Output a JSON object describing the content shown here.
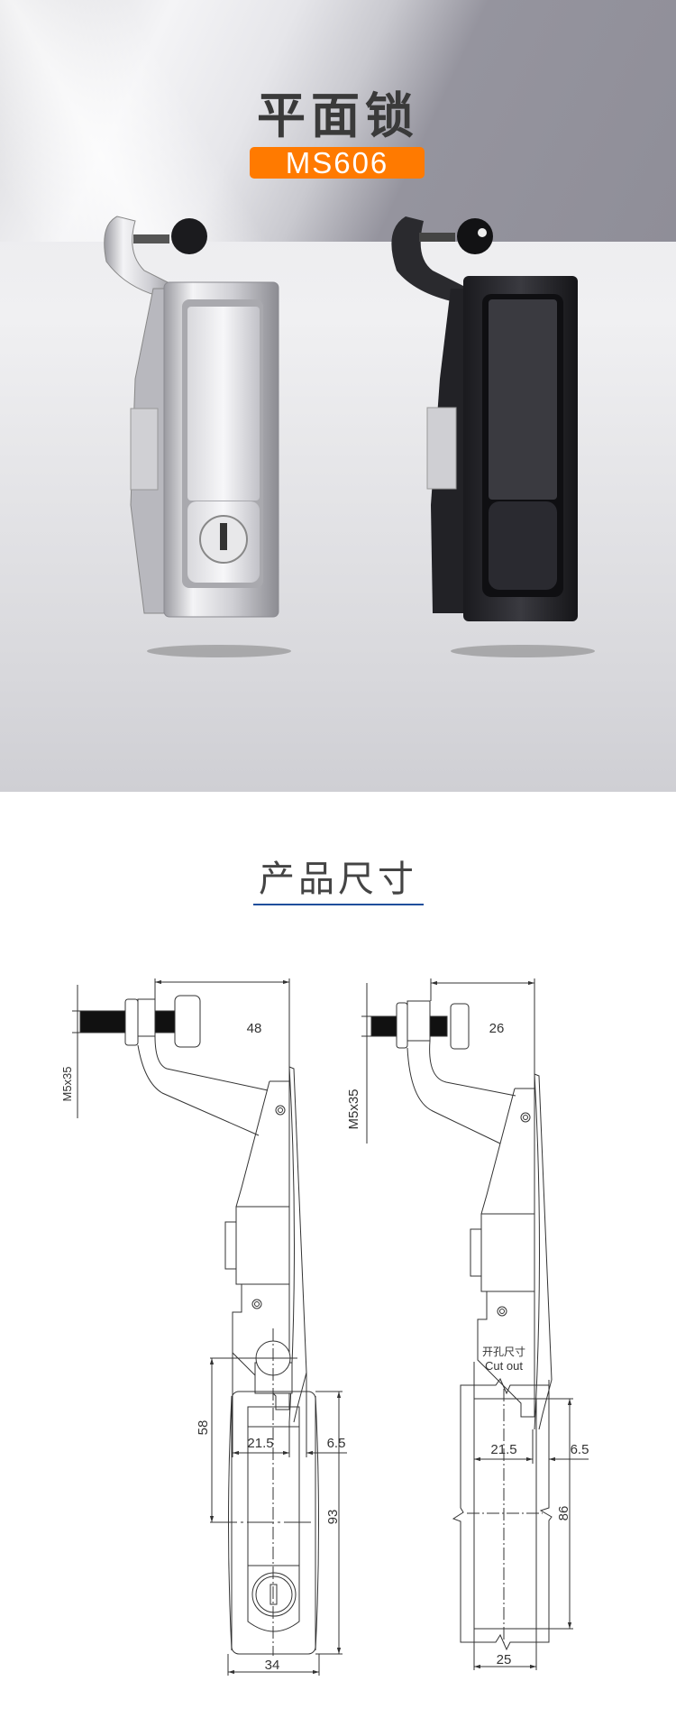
{
  "hero": {
    "title": "平面锁",
    "model_badge": "MS606",
    "badge_color": "#ff7a00",
    "products": [
      {
        "finish": "chrome",
        "has_key_cylinder": true
      },
      {
        "finish": "black",
        "has_key_cylinder": false
      }
    ]
  },
  "dimensions_section": {
    "title": "产品尺寸",
    "accent_color": "#1f4e9c",
    "side_view_1": {
      "bolt": "M5x35",
      "reach": "48",
      "body_depth": "21.5",
      "handle_depth": "6.5"
    },
    "side_view_2": {
      "bolt": "M5x35",
      "reach": "26",
      "body_depth": "21.5",
      "handle_depth": "6.5"
    },
    "front_view": {
      "knob_offset": "58",
      "height": "93",
      "width": "34"
    },
    "cutout": {
      "label_cn": "开孔尺寸",
      "label_en": "Cut out",
      "height": "86",
      "width": "25"
    }
  }
}
